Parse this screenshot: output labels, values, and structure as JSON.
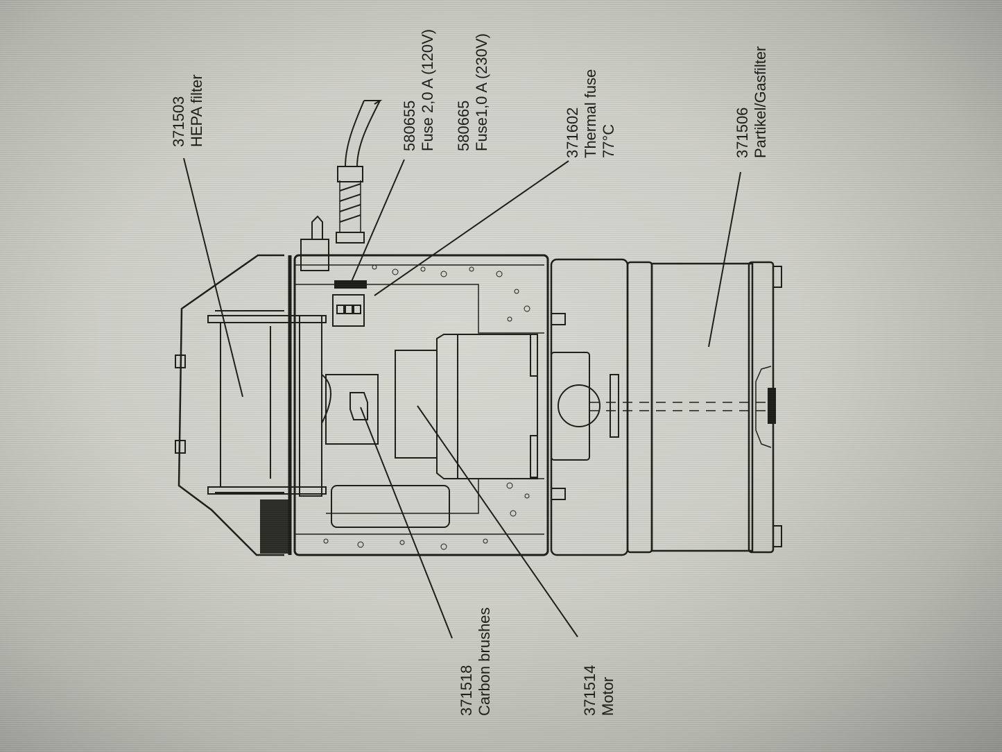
{
  "diagram": {
    "title": "Fume extractor cross-section with spare parts",
    "orientation": "rotated -90deg",
    "colors": {
      "background": "#cfd0c8",
      "ink": "#1a1a16"
    },
    "parts": [
      {
        "part_number": "371503",
        "name": "HEPA filter"
      },
      {
        "part_number": "580655",
        "name": "Fuse 2,0 A (120V)"
      },
      {
        "part_number": "580665",
        "name": "Fuse1,0 A (230V)"
      },
      {
        "part_number": "371602",
        "name": "Thermal fuse",
        "detail": "77°C"
      },
      {
        "part_number": "371506",
        "name": "Partikel/Gasfilter"
      },
      {
        "part_number": "371518",
        "name": "Carbon brushes"
      },
      {
        "part_number": "371514",
        "name": "Motor"
      }
    ]
  }
}
